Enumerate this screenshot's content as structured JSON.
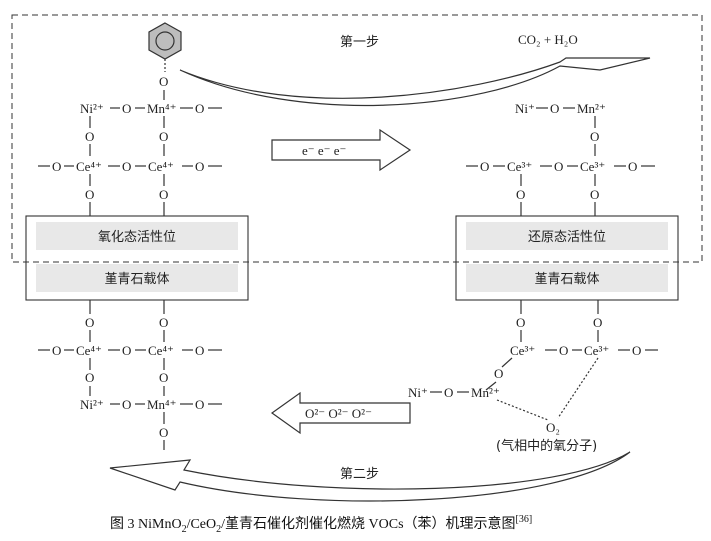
{
  "figure": {
    "caption_main": "图 3   NiMnO",
    "caption_part2": "/CeO",
    "caption_part3": "/堇青石催化剂催化燃烧 VOCs（苯）机理示意图",
    "caption_sub2": "2",
    "caption_ref": "[36]"
  },
  "steps": {
    "step1": "第一步",
    "step2": "第二步"
  },
  "products": {
    "co2_h2o": "CO₂ + H₂O"
  },
  "left_panel": {
    "top_slab": "氧化态活性位",
    "bottom_slab": "堇青石载体"
  },
  "right_panel": {
    "top_slab": "还原态活性位",
    "bottom_slab": "堇青石载体"
  },
  "arrows": {
    "electron_label": "e⁻     e⁻     e⁻",
    "oxygen_label": "O²⁻     O²⁻     O²⁻"
  },
  "gas_oxygen": {
    "formula": "O₂",
    "note": "(气相中的氧分子)"
  },
  "atoms": {
    "o": "O",
    "ni2": "Ni²⁺",
    "mn4": "Mn⁴⁺",
    "ce4": "Ce⁴⁺",
    "ce3": "Ce³⁺",
    "ni_plus": "Ni⁺",
    "mn2": "Mn²⁺"
  }
}
